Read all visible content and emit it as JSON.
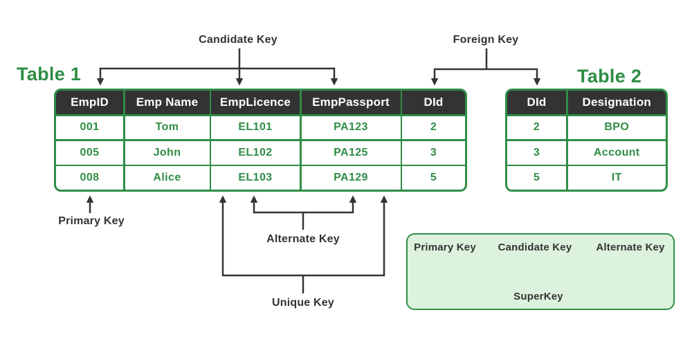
{
  "colors": {
    "green": "#2f8d46",
    "dark": "#333333",
    "header_bg": "#333333",
    "header_text": "#ffffff",
    "cell_text": "#2f8d46",
    "legend_fill": "#dcf2dc",
    "background": "#ffffff"
  },
  "annotations": {
    "candidate_key": "Candidate Key",
    "foreign_key": "Foreign Key",
    "primary_key": "Primary Key",
    "alternate_key": "Alternate Key",
    "unique_key": "Unique Key"
  },
  "table1": {
    "title": "Table 1",
    "headers": [
      "EmpID",
      "Emp Name",
      "EmpLicence",
      "EmpPassport",
      "DId"
    ],
    "rows": [
      [
        "001",
        "Tom",
        "EL101",
        "PA123",
        "2"
      ],
      [
        "005",
        "John",
        "EL102",
        "PA125",
        "3"
      ],
      [
        "008",
        "Alice",
        "EL103",
        "PA129",
        "5"
      ]
    ]
  },
  "table2": {
    "title": "Table 2",
    "headers": [
      "DId",
      "Designation"
    ],
    "rows": [
      [
        "2",
        "BPO"
      ],
      [
        "3",
        "Account"
      ],
      [
        "5",
        "IT"
      ]
    ]
  },
  "legend": {
    "items": [
      "Primary Key",
      "Candidate Key",
      "Alternate Key"
    ],
    "result": "SuperKey"
  }
}
